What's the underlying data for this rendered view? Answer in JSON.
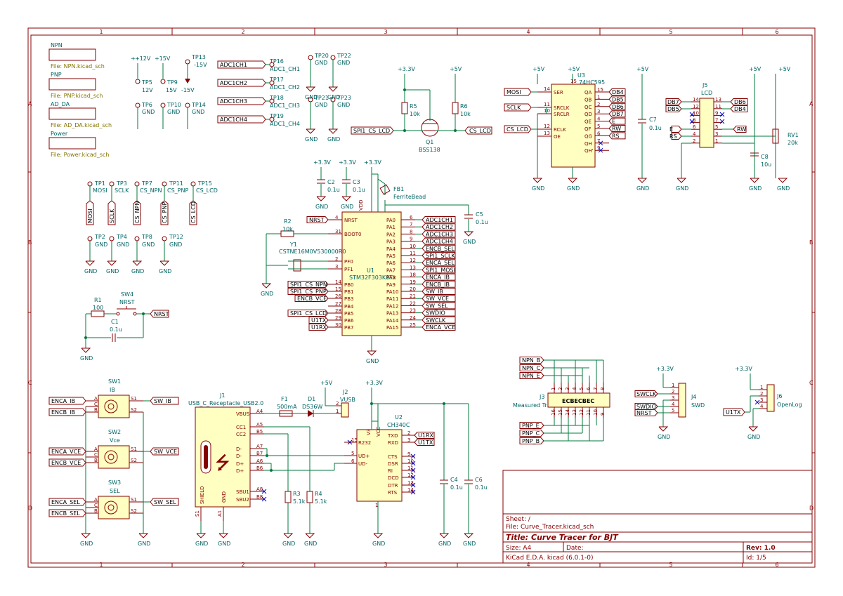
{
  "frame": {
    "columns": [
      "1",
      "2",
      "3",
      "4",
      "5",
      "6"
    ],
    "rows": [
      "A",
      "B",
      "C",
      "D"
    ]
  },
  "hier_sheets": [
    {
      "name": "NPN",
      "file": "File: NPN.kicad_sch"
    },
    {
      "name": "PNP",
      "file": "File: PNP.kicad_sch"
    },
    {
      "name": "AD_DA",
      "file": "File: AD_DA.kicad_sch"
    },
    {
      "name": "Power",
      "file": "File: Power.kicad_sch"
    }
  ],
  "power_tps": [
    {
      "ref": "TP5",
      "net": "+12V",
      "label": "12V"
    },
    {
      "ref": "TP9",
      "net": "+15V",
      "label": "15V"
    },
    {
      "ref": "TP13",
      "net": "-15V",
      "label": "-15V"
    },
    {
      "ref": "TP6",
      "net": "GND",
      "label": "GND"
    },
    {
      "ref": "TP10",
      "net": "GND",
      "label": "GND"
    },
    {
      "ref": "TP14",
      "net": "GND",
      "label": "GND"
    }
  ],
  "adc_tps": [
    {
      "ref": "TP16",
      "net": "ADC1CH1",
      "label": "ADC1_CH1"
    },
    {
      "ref": "TP17",
      "net": "ADC1CH2",
      "label": "ADC1_CH2"
    },
    {
      "ref": "TP18",
      "net": "ADC1CH3",
      "label": "ADC1_CH3"
    },
    {
      "ref": "TP19",
      "net": "ADC1CH4",
      "label": "ADC1_CH4"
    }
  ],
  "gnd_tps": [
    "TP20",
    "TP22",
    "TP21",
    "TP23"
  ],
  "spi_tps": [
    {
      "ref": "TP1",
      "label": "MOSI",
      "net": "MOSI"
    },
    {
      "ref": "TP3",
      "label": "SCLK",
      "net": "SCLK"
    },
    {
      "ref": "TP7",
      "label": "CS_NPN",
      "net": "CS_NPN"
    },
    {
      "ref": "TP11",
      "label": "CS_PNP",
      "net": "CS_PNP"
    },
    {
      "ref": "TP15",
      "label": "CS_LCD",
      "net": "CS_LCD"
    }
  ],
  "gnd_tps2": [
    "TP2",
    "TP4",
    "TP8",
    "TP12"
  ],
  "q1": {
    "ref": "Q1",
    "value": "BSS138",
    "r5": "R5",
    "r5v": "10k",
    "r6": "R6",
    "r6v": "10k",
    "in": "SPI1_CS_LCD",
    "out": "CS_LCD"
  },
  "u3": {
    "ref": "U3",
    "value": "74HC595",
    "left_pins": [
      {
        "n": "14",
        "name": "SER"
      },
      {
        "n": "11",
        "name": "SRCLK"
      },
      {
        "n": "10",
        "name": "SRCLR"
      },
      {
        "n": "12",
        "name": "RCLK"
      },
      {
        "n": "13",
        "name": "OE"
      }
    ],
    "right_pins": [
      {
        "n": "15",
        "name": "QA"
      },
      {
        "n": "1",
        "name": "QB"
      },
      {
        "n": "2",
        "name": "QC"
      },
      {
        "n": "3",
        "name": "QD"
      },
      {
        "n": "4",
        "name": "QE"
      },
      {
        "n": "5",
        "name": "QF"
      },
      {
        "n": "6",
        "name": "QG"
      },
      {
        "n": "7",
        "name": "QH"
      },
      {
        "n": "9",
        "name": "QH'"
      }
    ],
    "nets_left": [
      "MOSI",
      "SCLK",
      "CS_LCD"
    ],
    "nets_right": [
      "DB4",
      "DB5",
      "DB6",
      "DB7",
      "E",
      "RW",
      "RS"
    ]
  },
  "j5": {
    "ref": "J5",
    "value": "LCD",
    "rv1": "RV1",
    "rv1v": "20k",
    "c8": "C8",
    "c8v": "10u",
    "c7": "C7",
    "c7v": "0.1u"
  },
  "u1": {
    "ref": "U1",
    "value": "STM32F303K8Tx",
    "left": [
      {
        "n": "4",
        "name": "NRST"
      },
      {
        "n": "31",
        "name": "BOOT0"
      },
      {
        "n": "2",
        "name": "PF0"
      },
      {
        "n": "3",
        "name": "PF1"
      },
      {
        "n": "14",
        "name": "PB0"
      },
      {
        "n": "15",
        "name": "PB1"
      },
      {
        "n": "26",
        "name": "PB3"
      },
      {
        "n": "27",
        "name": "PB4"
      },
      {
        "n": "28",
        "name": "PB5"
      },
      {
        "n": "29",
        "name": "PB6"
      },
      {
        "n": "30",
        "name": "PB7"
      }
    ],
    "right": [
      {
        "n": "6",
        "name": "PA0"
      },
      {
        "n": "7",
        "name": "PA1"
      },
      {
        "n": "8",
        "name": "PA2"
      },
      {
        "n": "9",
        "name": "PA3"
      },
      {
        "n": "10",
        "name": "PA4"
      },
      {
        "n": "11",
        "name": "PA5"
      },
      {
        "n": "12",
        "name": "PA6"
      },
      {
        "n": "13",
        "name": "PA7"
      },
      {
        "n": "18",
        "name": "PA8"
      },
      {
        "n": "19",
        "name": "PA9"
      },
      {
        "n": "20",
        "name": "PA10"
      },
      {
        "n": "21",
        "name": "PA11"
      },
      {
        "n": "22",
        "name": "PA12"
      },
      {
        "n": "23",
        "name": "PA13"
      },
      {
        "n": "24",
        "name": "PA14"
      },
      {
        "n": "25",
        "name": "PA15"
      }
    ],
    "right_nets": [
      "ADC1CH1",
      "ADC1CH2",
      "ADC1CH3",
      "ADC1CH4",
      "ENCB_SEL",
      "SPI1_SCLK",
      "ENCA_SEL",
      "SPI1_MOSI",
      "ENCA_IB",
      "ENCB_IB",
      "SW_IB",
      "SW_VCE",
      "SW_SEL",
      "SWDIO",
      "SWCLK",
      "ENCA_VCE"
    ],
    "left_nets": [
      "NRST",
      "SPI1_CS_NPN",
      "SPI1_CS_PNP",
      "ENCB_VCE",
      "SPI1_CS_LCD",
      "U1TX",
      "U1RX"
    ]
  },
  "passives": {
    "r2": "R2",
    "r2v": "10k",
    "y1": "Y1",
    "y1v": "CSTNE16M0V530000R0",
    "c2": "C2",
    "c2v": "0.1u",
    "c3": "C3",
    "c3v": "0.1u",
    "c5": "C5",
    "c5v": "0.1u",
    "fb1": "FB1",
    "fb1v": "FerriteBead",
    "r1": "R1",
    "r1v": "100",
    "sw4": "SW4",
    "sw4v": "NRST",
    "c1": "C1",
    "c1v": "0.1u"
  },
  "encoders": [
    {
      "ref": "SW1",
      "val": "IB",
      "a": "ENCA_IB",
      "b": "ENCB_IB",
      "sw": "SW_IB"
    },
    {
      "ref": "SW2",
      "val": "Vce",
      "a": "ENCA_VCE",
      "b": "ENCB_VCE",
      "sw": "SW_VCE"
    },
    {
      "ref": "SW3",
      "val": "SEL",
      "a": "ENCA_SEL",
      "b": "ENCB_SEL",
      "sw": "SW_SEL"
    }
  ],
  "j1": {
    "ref": "J1",
    "value": "USB_C_Receptacle_USB2.0",
    "pins": [
      {
        "n": "A4",
        "name": "VBUS"
      },
      {
        "n": "A5",
        "name": "CC1"
      },
      {
        "n": "B5",
        "name": "CC2"
      },
      {
        "n": "A7",
        "name": "D-"
      },
      {
        "n": "B7",
        "name": "D-"
      },
      {
        "n": "A6",
        "name": "D+"
      },
      {
        "n": "B6",
        "name": "D+"
      },
      {
        "n": "A8",
        "name": "SBU1"
      },
      {
        "n": "B8",
        "name": "SBU2"
      }
    ],
    "bottom": [
      {
        "n": "S1",
        "name": "SHIELD"
      },
      {
        "n": "A1",
        "name": "GND"
      }
    ]
  },
  "usb_parts": {
    "f1": "F1",
    "f1v": "500mA",
    "d1": "D1",
    "d1v": "DS36W",
    "j2": "J2",
    "j2v": "VUSB",
    "r3": "R3",
    "r3v": "5.1k",
    "r4": "R4",
    "r4v": "5.1k"
  },
  "u2": {
    "ref": "U2",
    "value": "CH340C",
    "left": [
      {
        "n": "15",
        "name": "R232"
      },
      {
        "n": "5",
        "name": "UD+"
      },
      {
        "n": "6",
        "name": "UD-"
      }
    ],
    "right": [
      {
        "n": "2",
        "name": "TXD"
      },
      {
        "n": "3",
        "name": "RXD"
      },
      {
        "n": "9",
        "name": "CTS"
      },
      {
        "n": "10",
        "name": "DSR"
      },
      {
        "n": "11",
        "name": "RI"
      },
      {
        "n": "12",
        "name": "DCD"
      },
      {
        "n": "13",
        "name": "DTR"
      },
      {
        "n": "14",
        "name": "RTS"
      }
    ],
    "top": [
      {
        "n": "4",
        "name": "V3"
      },
      {
        "n": "16",
        "name": "VCC"
      }
    ],
    "bottom": [
      {
        "n": "1",
        "name": "GND"
      }
    ],
    "nets": [
      "U1RX",
      "U1TX"
    ],
    "c4": "C4",
    "c4v": "0.1u",
    "c6": "C6",
    "c6v": "0.1u"
  },
  "j3": {
    "ref": "J3",
    "value": "Measured Tr",
    "pin_top": [
      "1",
      "2",
      "3",
      "4",
      "5",
      "6",
      "7",
      "8"
    ],
    "pin_bot": [
      "16",
      "15",
      "14",
      "13",
      "12",
      "11",
      "10",
      "9"
    ],
    "label": "ECBECBEC",
    "npn": [
      "NPN_B",
      "NPN_C",
      "NPN_E"
    ],
    "pnp": [
      "PNP_E",
      "PNP_C",
      "PNP_B"
    ]
  },
  "j4": {
    "ref": "J4",
    "value": "SWD",
    "nets": [
      "SWCLK",
      "SWDIO",
      "NRST"
    ],
    "pins": [
      "1",
      "2",
      "3",
      "4",
      "5"
    ]
  },
  "j6": {
    "ref": "J6",
    "value": "OpenLog",
    "net": "U1TX",
    "pins": [
      "1",
      "2",
      "3",
      "4"
    ]
  },
  "power": {
    "p33": "+3.3V",
    "p5": "+5V",
    "gnd": "GND",
    "p12": "+12V",
    "p15": "+15V"
  },
  "title_block": {
    "sheet": "Sheet: /",
    "file": "File: Curve_Tracer.kicad_sch",
    "title": "Title: Curve Tracer for BJT",
    "size": "Size: A4",
    "date": "Date:",
    "rev": "Rev: 1.0",
    "tool": "KiCad E.D.A.  kicad (6.0.1-0)",
    "id": "Id: 1/5"
  }
}
